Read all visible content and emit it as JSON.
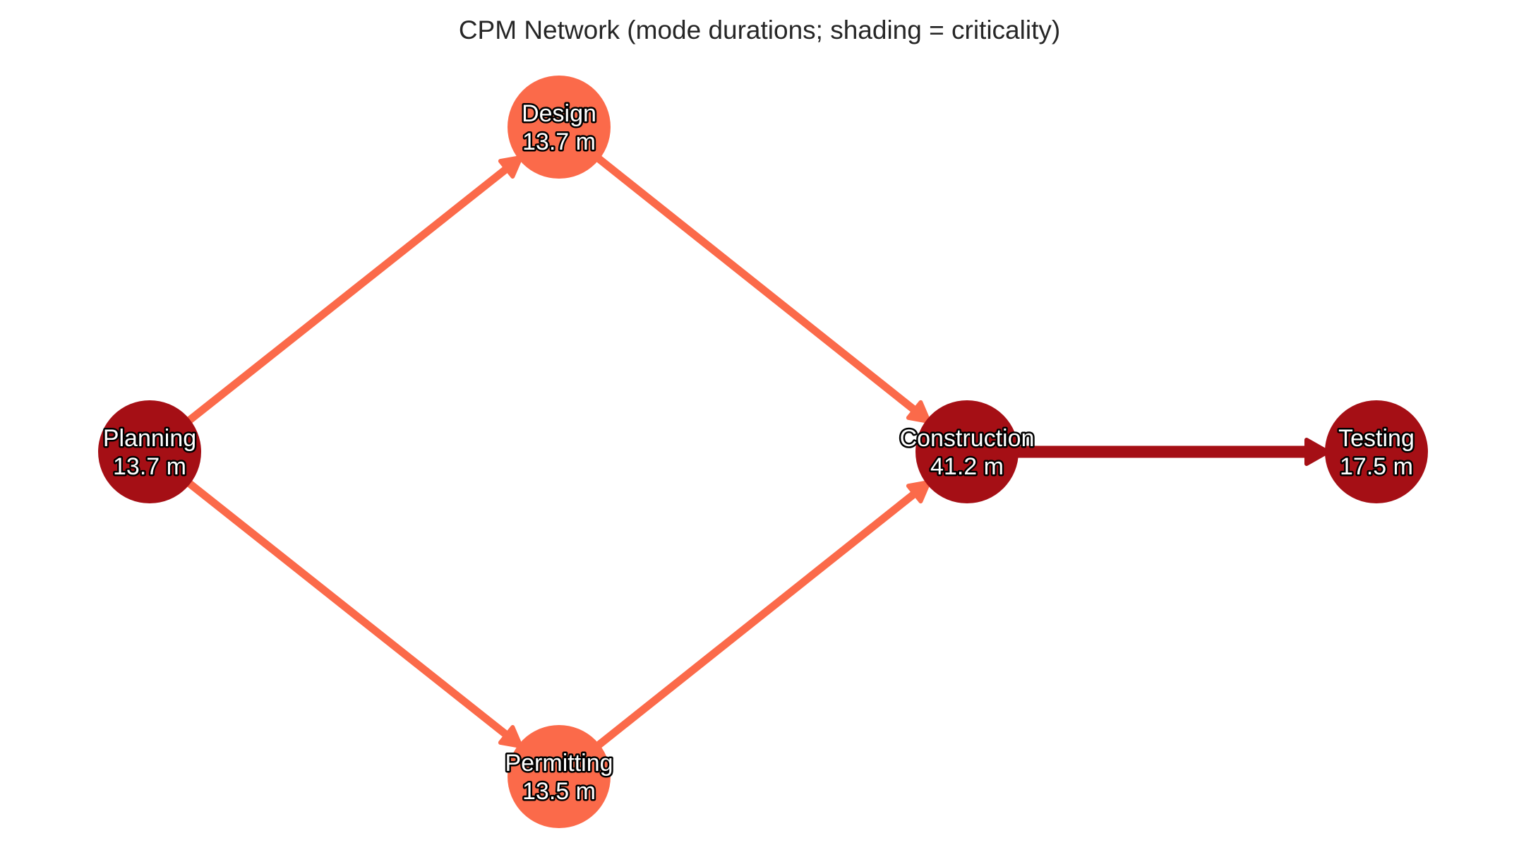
{
  "title": "CPM Network (mode durations; shading = criticality)",
  "colors": {
    "critical": "#a50f15",
    "non_critical": "#fb6a4a",
    "title_text": "#262626",
    "label_fill": "#ffffff",
    "label_outline": "#000000"
  },
  "nodes": [
    {
      "id": "planning",
      "name": "Planning",
      "duration": "13.7 m",
      "critical": true
    },
    {
      "id": "design",
      "name": "Design",
      "duration": "13.7 m",
      "critical": false
    },
    {
      "id": "permitting",
      "name": "Permitting",
      "duration": "13.5 m",
      "critical": false
    },
    {
      "id": "construction",
      "name": "Construction",
      "duration": "41.2 m",
      "critical": true
    },
    {
      "id": "testing",
      "name": "Testing",
      "duration": "17.5 m",
      "critical": true
    }
  ],
  "edges": [
    {
      "from": "planning",
      "to": "design",
      "critical": false
    },
    {
      "from": "planning",
      "to": "permitting",
      "critical": false
    },
    {
      "from": "design",
      "to": "construction",
      "critical": false
    },
    {
      "from": "permitting",
      "to": "construction",
      "critical": false
    },
    {
      "from": "construction",
      "to": "testing",
      "critical": true
    }
  ]
}
